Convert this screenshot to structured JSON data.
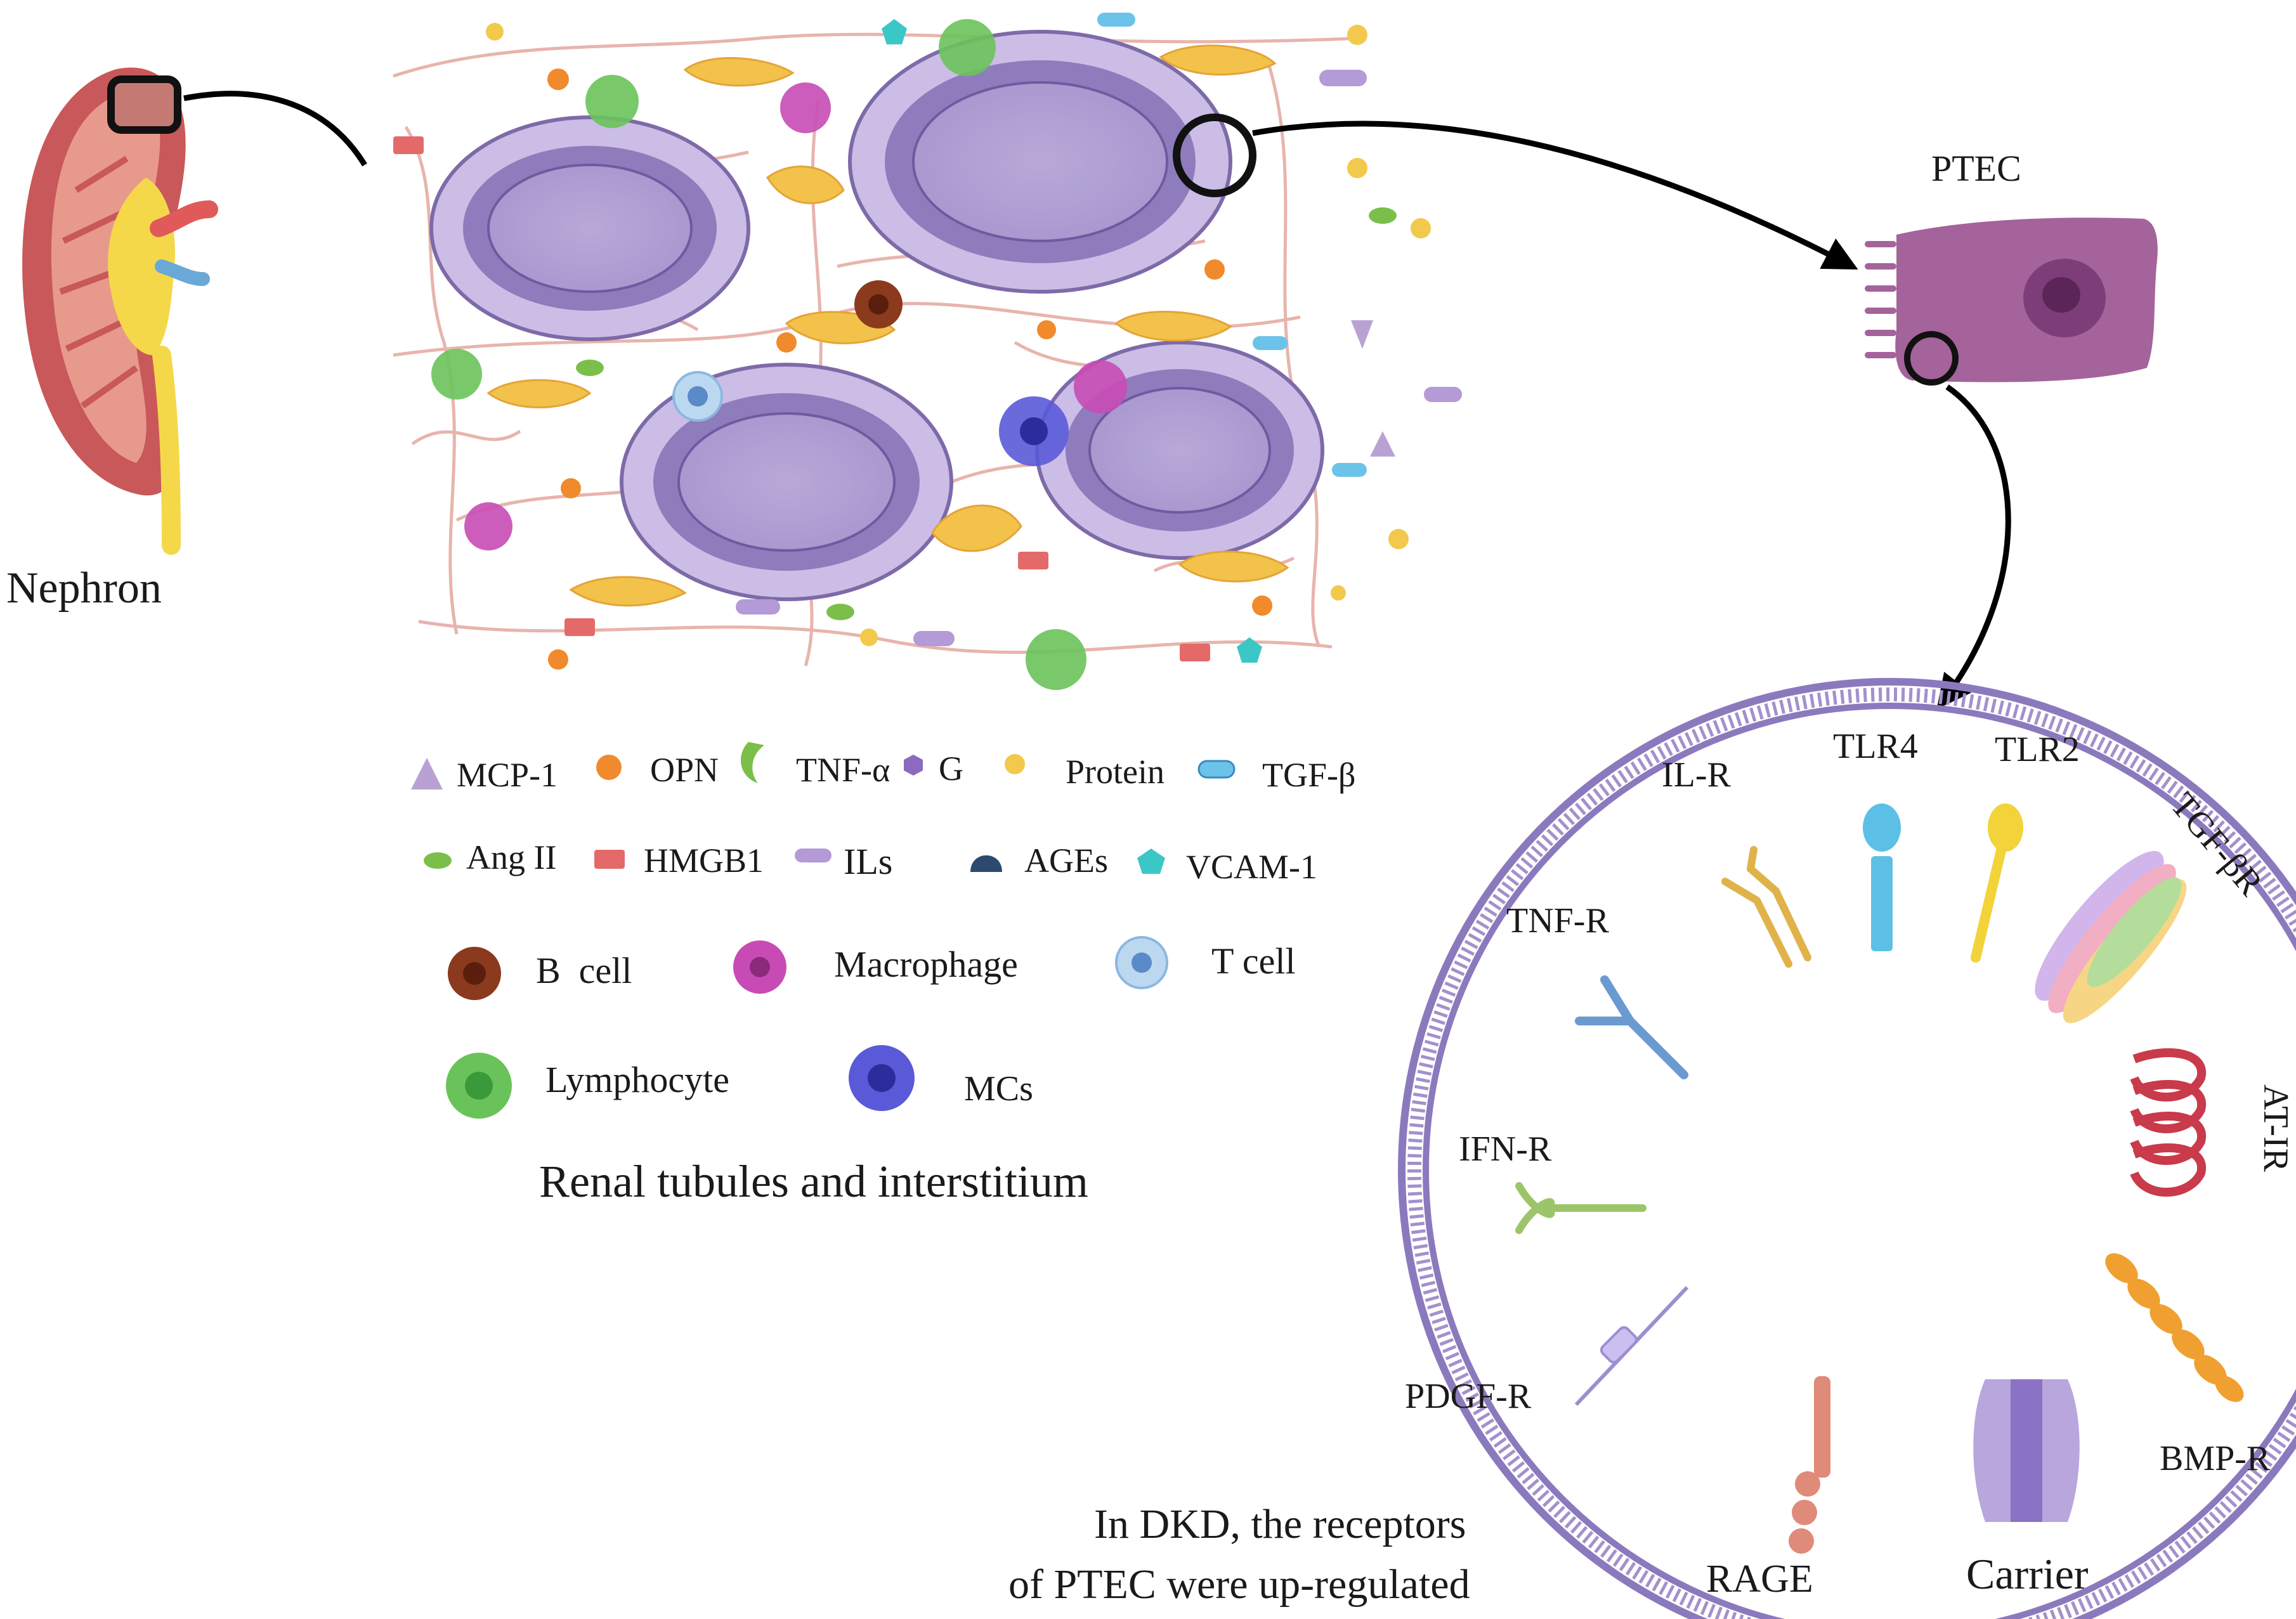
{
  "nephron": {
    "label": "Nephron"
  },
  "tissue": {
    "caption": "Renal tubules and interstitium"
  },
  "ptec": {
    "label": "PTEC"
  },
  "legend": {
    "molecules": [
      {
        "id": "mcp1",
        "label": "MCP-1",
        "icon": "triangle-icon",
        "color": "#b9a2d3"
      },
      {
        "id": "opn",
        "label": "OPN",
        "icon": "starburst-icon",
        "color": "#f08a2c"
      },
      {
        "id": "tnfa",
        "label": "TNF-α",
        "icon": "crescent-icon",
        "color": "#7bbf4a"
      },
      {
        "id": "g",
        "label": "G",
        "icon": "hexagon-icon",
        "color": "#8a6bbd"
      },
      {
        "id": "protein",
        "label": "Protein",
        "icon": "dot-icon",
        "color": "#f2c94c"
      },
      {
        "id": "tgfb",
        "label": "TGF-β",
        "icon": "capsule-icon",
        "color": "#6cc3ea"
      },
      {
        "id": "ang2",
        "label": "Ang II",
        "icon": "ellipse-icon",
        "color": "#7bbf4a"
      },
      {
        "id": "hmgb1",
        "label": "HMGB1",
        "icon": "rectangle-icon",
        "color": "#e46a6a"
      },
      {
        "id": "ils",
        "label": "ILs",
        "icon": "bar-icon",
        "color": "#b49ad6"
      },
      {
        "id": "ages",
        "label": "AGEs",
        "icon": "half-dome-icon",
        "color": "#2c4a6e"
      },
      {
        "id": "vcam1",
        "label": "VCAM-1",
        "icon": "pentagon-icon",
        "color": "#3cc7c7"
      }
    ],
    "cells": [
      {
        "id": "bcell",
        "label": "B  cell",
        "icon": "b-cell-icon",
        "color": "#8b3a1e"
      },
      {
        "id": "macrophage",
        "label": "Macrophage",
        "icon": "macrophage-icon",
        "color": "#c84bb5"
      },
      {
        "id": "tcell",
        "label": "T cell",
        "icon": "t-cell-icon",
        "color": "#8ab8e0"
      },
      {
        "id": "lymphocyte",
        "label": "Lymphocyte",
        "icon": "lymphocyte-icon",
        "color": "#6ac35a"
      },
      {
        "id": "mcs",
        "label": "MCs",
        "icon": "mast-cell-icon",
        "color": "#5a5ad8"
      }
    ]
  },
  "receptors": [
    {
      "id": "tlr4",
      "label": "TLR4",
      "color": "#5cc0e6"
    },
    {
      "id": "tlr2",
      "label": "TLR2",
      "color": "#f2d33a"
    },
    {
      "id": "ilr",
      "label": "IL-R",
      "color": "#e0b24a"
    },
    {
      "id": "tgfbr",
      "label": "TGF-βR",
      "color": "#c9a9e8"
    },
    {
      "id": "tnfr",
      "label": "TNF-R",
      "color": "#6a9ad0"
    },
    {
      "id": "at1r",
      "label": "AT-IR",
      "color": "#c93a4a"
    },
    {
      "id": "ifnr",
      "label": "IFN-R",
      "color": "#9cc56a"
    },
    {
      "id": "bmpr",
      "label": "BMP-R",
      "color": "#f0a030"
    },
    {
      "id": "pdgfr",
      "label": "PDGF-R",
      "color": "#9b8fd0"
    },
    {
      "id": "rage",
      "label": "RAGE",
      "color": "#e08a7a"
    },
    {
      "id": "carrier",
      "label": "Carrier",
      "color": "#9a84c8"
    }
  ],
  "note": {
    "line1": "In DKD, the receptors",
    "line2": "of  PTEC    were up-regulated"
  }
}
